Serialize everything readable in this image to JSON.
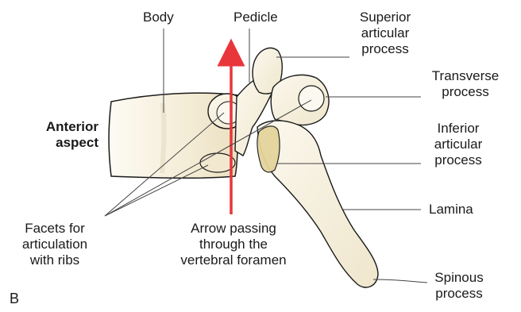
{
  "figure_letter": "B",
  "labels": {
    "body": "Body",
    "pedicle": "Pedicle",
    "superior_articular": [
      "Superior",
      "articular",
      "process"
    ],
    "transverse": [
      "Transverse",
      "process"
    ],
    "inferior_articular": [
      "Inferior",
      "articular",
      "process"
    ],
    "lamina": "Lamina",
    "spinous": [
      "Spinous",
      "process"
    ],
    "anterior_aspect": [
      "Anterior",
      "aspect"
    ],
    "facets": [
      "Facets for",
      "articulation",
      "with ribs"
    ],
    "arrow": [
      "Arrow passing",
      "through the",
      "vertebral foramen"
    ]
  },
  "colors": {
    "bone_fill": "#f7f2e4",
    "bone_outline": "#1a1a1a",
    "leader_line": "#444444",
    "arrow": "#e8363b"
  }
}
